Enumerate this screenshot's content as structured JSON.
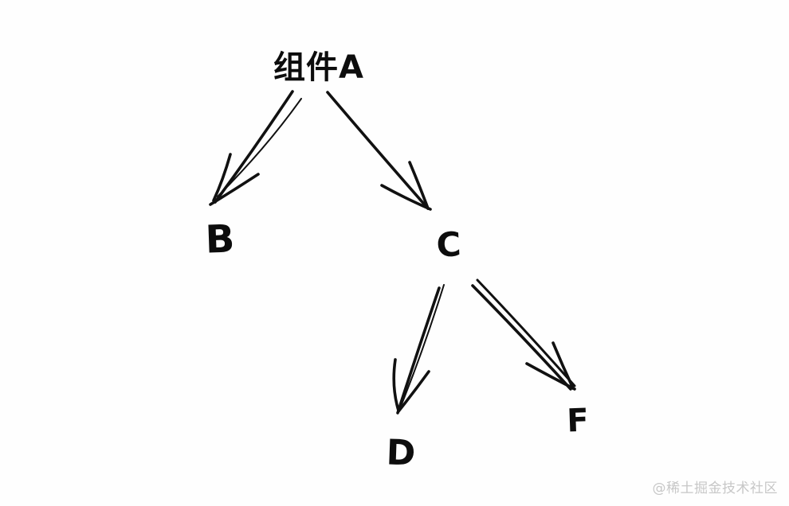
{
  "diagram": {
    "type": "hand-drawn-tree",
    "nodes": [
      {
        "id": "A",
        "label": "组件A",
        "role": "root"
      },
      {
        "id": "B",
        "label": "B",
        "role": "child-of-A"
      },
      {
        "id": "C",
        "label": "C",
        "role": "child-of-A"
      },
      {
        "id": "D",
        "label": "D",
        "role": "child-of-C"
      },
      {
        "id": "F",
        "label": "F",
        "role": "child-of-C"
      }
    ],
    "edges": [
      {
        "from": "组件A",
        "to": "B"
      },
      {
        "from": "组件A",
        "to": "C"
      },
      {
        "from": "C",
        "to": "D"
      },
      {
        "from": "C",
        "to": "F"
      }
    ],
    "colors": {
      "ink": "#111111",
      "background": "#fefefe",
      "watermark": "#c7c7c7"
    }
  },
  "watermark": {
    "text": "@稀土掘金技术社区"
  }
}
